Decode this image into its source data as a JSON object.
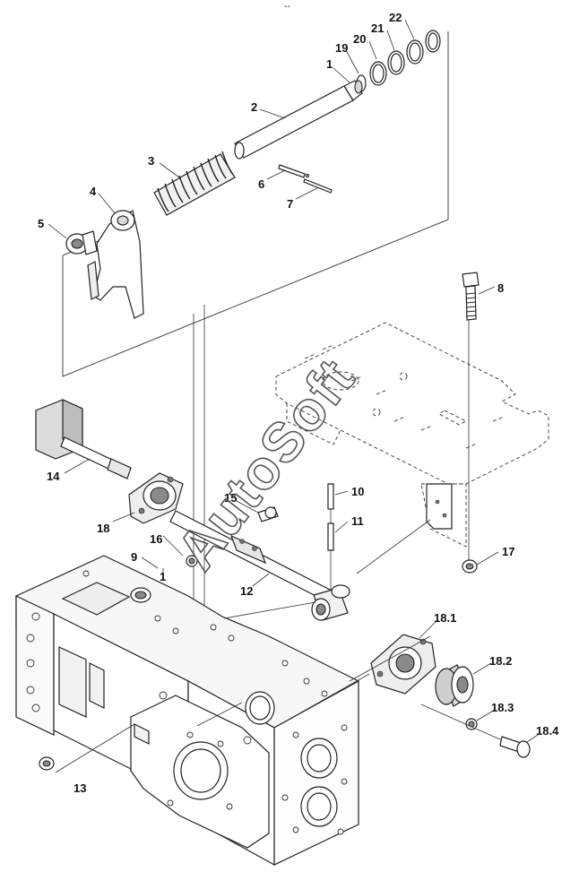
{
  "watermark": "AutoSoft",
  "top_mark": "--",
  "callouts": {
    "c1a": "1",
    "c2": "2",
    "c3": "3",
    "c4": "4",
    "c5": "5",
    "c6": "6",
    "c7": "7",
    "c8": "8",
    "c9": "9",
    "c1b": "1",
    "c10": "10",
    "c11": "11",
    "c12": "12",
    "c13": "13",
    "c14": "14",
    "c15": "15",
    "c16": "16",
    "c17": "17",
    "c18": "18",
    "c19": "19",
    "c20": "20",
    "c21": "21",
    "c22": "22",
    "c18_1": "18.1",
    "c18_2": "18.2",
    "c18_3": "18.3",
    "c18_4": "18.4"
  }
}
